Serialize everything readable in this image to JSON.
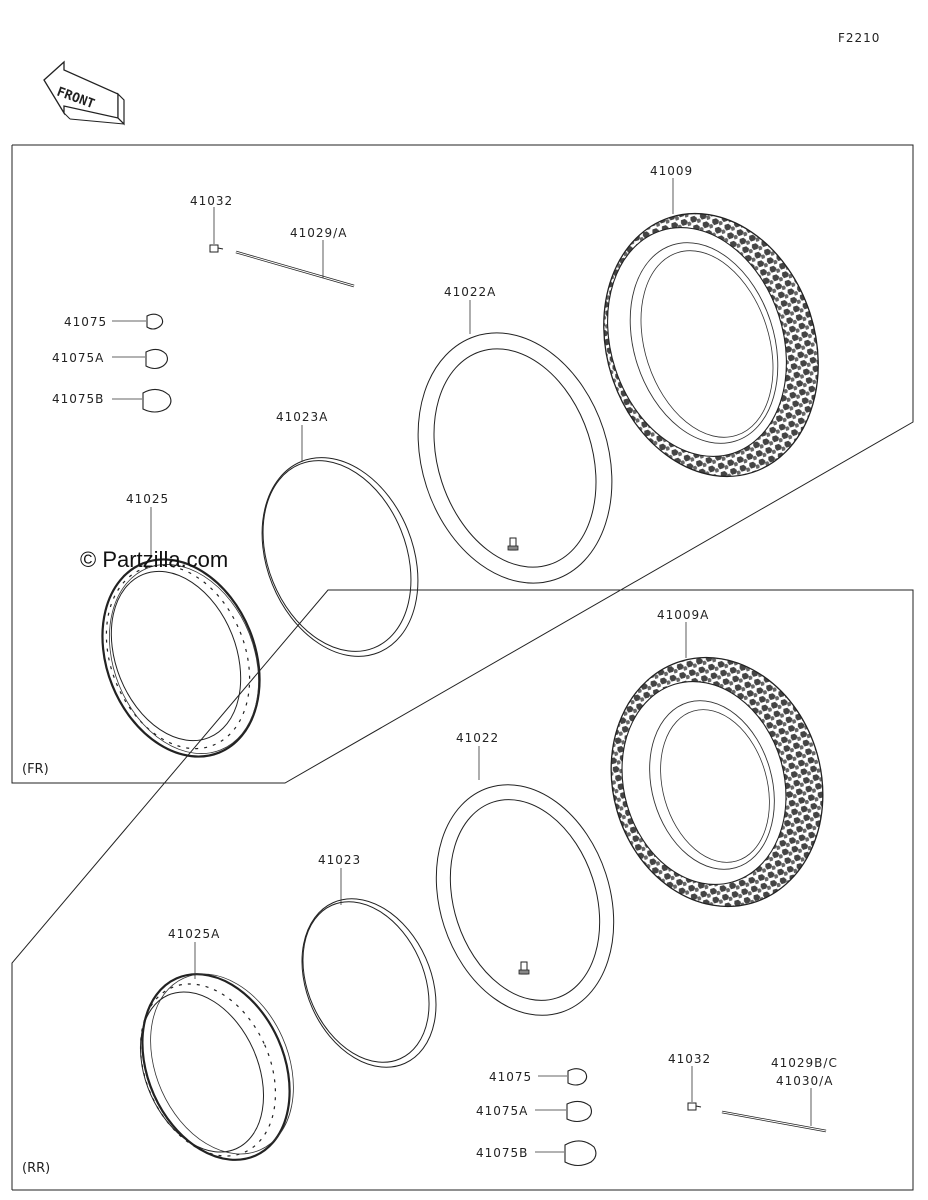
{
  "figure_code": "F2210",
  "front_label": "FRONT",
  "watermark": "© Partzilla.com",
  "sections": {
    "front": {
      "label": "(FR)"
    },
    "rear": {
      "label": "(RR)"
    }
  },
  "parts_front": {
    "tire": "41009",
    "tube": "41022A",
    "rim_band": "41023A",
    "rim": "41025",
    "nipple": "41032",
    "spoke": "41029/A",
    "cap": "41075",
    "cap_a": "41075A",
    "cap_b": "41075B"
  },
  "parts_rear": {
    "tire": "41009A",
    "tube": "41022",
    "rim_band": "41023",
    "rim": "41025A",
    "nipple": "41032",
    "spoke_1": "41029B/C",
    "spoke_2": "41030/A",
    "cap": "41075",
    "cap_a": "41075A",
    "cap_b": "41075B"
  }
}
